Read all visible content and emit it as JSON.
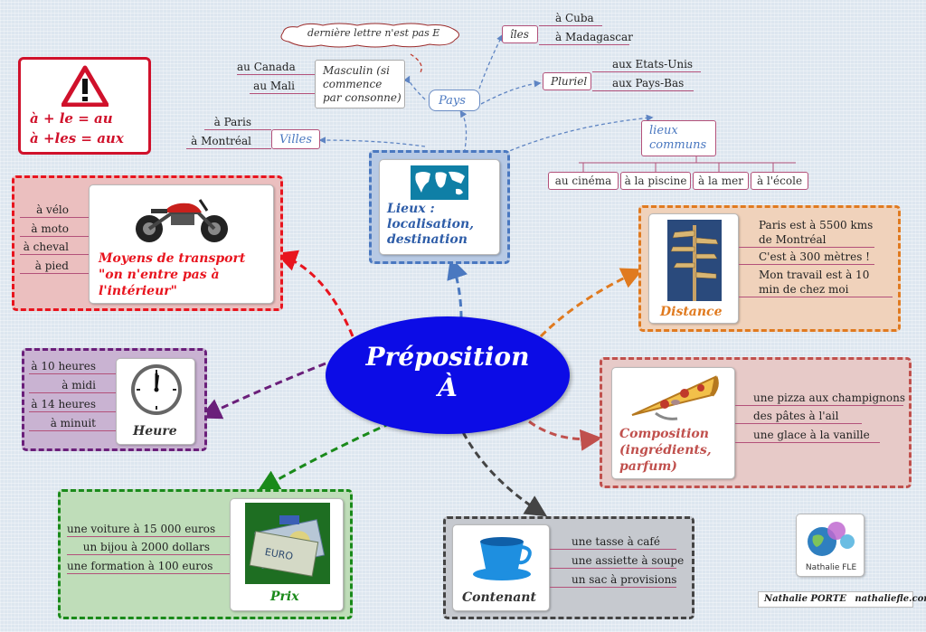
{
  "center": {
    "line1": "Préposition",
    "line2": "À"
  },
  "warning": {
    "line1": "à + le = au",
    "line2": "à +les = aux"
  },
  "lieux": {
    "title": "Lieux : localisation, destination",
    "pays": "Pays",
    "masculin": "Masculin (si commence par consonne)",
    "masculin_items": [
      "au Canada",
      "au Mali"
    ],
    "cloud": "dernière lettre n'est pas E",
    "iles": "îles",
    "iles_items": [
      "à Cuba",
      "à Madagascar"
    ],
    "pluriel": "Pluriel",
    "pluriel_items": [
      "aux Etats-Unis",
      "aux Pays-Bas"
    ],
    "villes": "Villes",
    "villes_items": [
      "à Paris",
      "à Montréal"
    ],
    "communs": "lieux communs",
    "communs_items": [
      "au cinéma",
      "à la piscine",
      "à la mer",
      "à l'école"
    ]
  },
  "transport": {
    "title": "Moyens de transport \"on n'entre pas à l'intérieur\"",
    "items": [
      "à vélo",
      "à moto",
      "à cheval",
      "à pied"
    ]
  },
  "heure": {
    "title": "Heure",
    "items": [
      "à 10 heures",
      "à midi",
      "à 14 heures",
      "à minuit"
    ]
  },
  "prix": {
    "title": "Prix",
    "items": [
      "une voiture à 15 000 euros",
      "un bijou à 2000 dollars",
      "une formation à 100 euros"
    ]
  },
  "contenant": {
    "title": "Contenant",
    "items": [
      "une tasse à café",
      "une assiette à soupe",
      "un sac à provisions"
    ]
  },
  "distance": {
    "title": "Distance",
    "items": [
      "Paris est à 5500 kms de Montréal",
      "C'est à 300 mètres !",
      "Mon travail est à 10 min de chez moi"
    ]
  },
  "composition": {
    "title": "Composition (ingrédients, parfum)",
    "items": [
      "une pizza aux champignons",
      "des pâtes à l'ail",
      "une glace à la vanille"
    ]
  },
  "logo": {
    "text": "Nathalie FLE"
  },
  "footer": {
    "author": "Nathalie PORTE",
    "site": "nathaliefle.com"
  },
  "colors": {
    "center": "#0c0ce6",
    "transport": "#e8141e",
    "heure": "#6a1f7a",
    "prix": "#1a8a1a",
    "contenant": "#444444",
    "composition": "#c0504d",
    "distance": "#e07a1f",
    "lieux": "#4a78c0"
  }
}
